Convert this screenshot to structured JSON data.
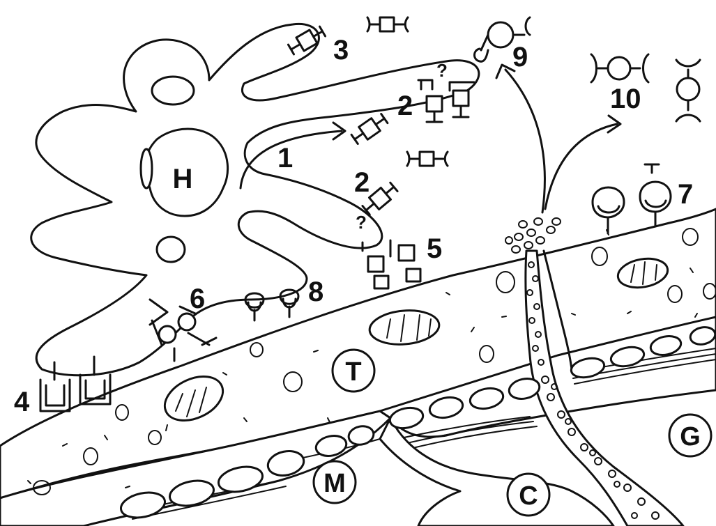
{
  "labels": {
    "cell_h": "H",
    "cell_t": "T",
    "cell_m": "M",
    "cell_c": "C",
    "cell_g": "G",
    "n1": "1",
    "n2a": "2",
    "n2b": "2",
    "n3": "3",
    "n4": "4",
    "n5": "5",
    "n6": "6",
    "n7": "7",
    "n8": "8",
    "n9": "9",
    "n10": "10",
    "q1": "?",
    "q2": "?"
  },
  "colors": {
    "ink": "#111111",
    "paper": "#ffffff"
  }
}
